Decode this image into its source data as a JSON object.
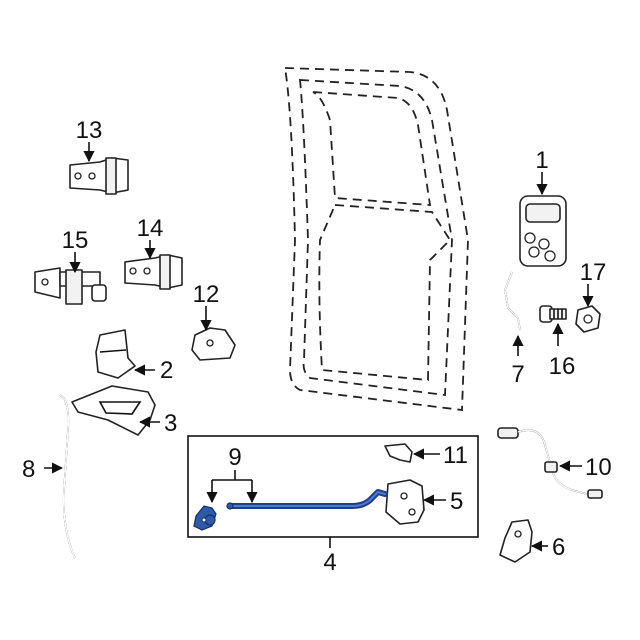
{
  "diagram": {
    "callouts": {
      "c1": "1",
      "c2": "2",
      "c3": "3",
      "c4": "4",
      "c5": "5",
      "c6": "6",
      "c7": "7",
      "c8": "8",
      "c9": "9",
      "c10": "10",
      "c11": "11",
      "c12": "12",
      "c13": "13",
      "c14": "14",
      "c15": "15",
      "c16": "16",
      "c17": "17"
    },
    "colors": {
      "highlight": "#2f5aa8",
      "line": "#111111",
      "background": "#ffffff"
    }
  }
}
